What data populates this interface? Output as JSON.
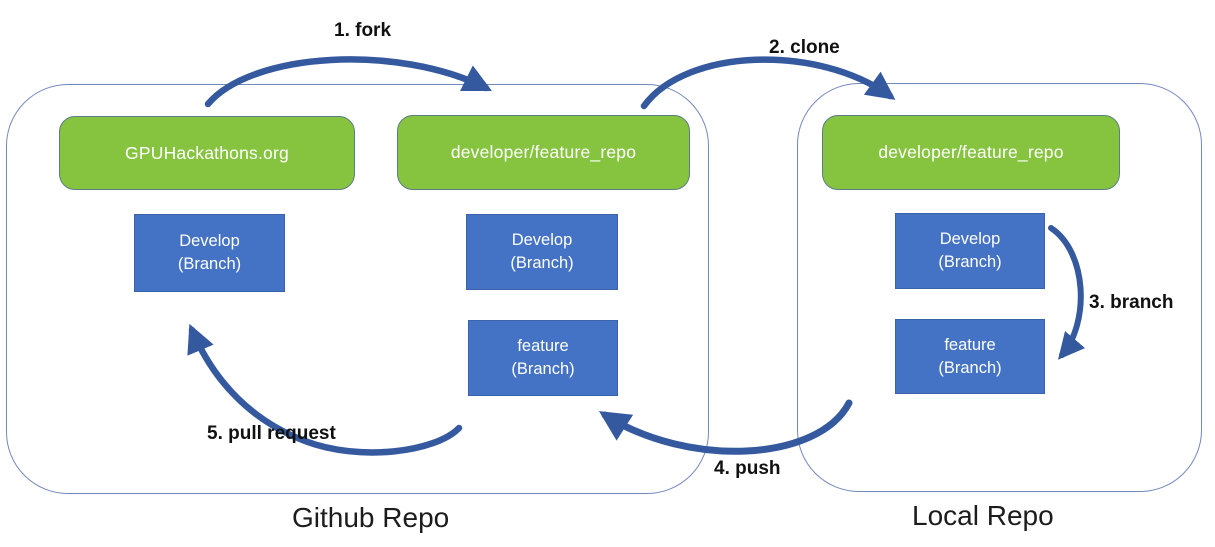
{
  "diagram_title_implicit": "Git fork/clone/branch/push/pull-request workflow",
  "colors": {
    "repo_node_green": "#86C440",
    "branch_node_blue": "#4472C4",
    "arrow_blue": "#35599F",
    "container_outline": "#7588BE"
  },
  "containers": {
    "github": {
      "title": "Github Repo"
    },
    "local": {
      "title": "Local Repo"
    }
  },
  "nodes": {
    "github_origin": {
      "label": "GPUHackathons.org"
    },
    "github_fork": {
      "label": "developer/feature_repo"
    },
    "local_clone": {
      "label": "developer/feature_repo"
    },
    "github_origin_develop": {
      "line1": "Develop",
      "line2": "(Branch)"
    },
    "github_fork_develop": {
      "line1": "Develop",
      "line2": "(Branch)"
    },
    "github_fork_feature": {
      "line1": "feature",
      "line2": "(Branch)"
    },
    "local_develop": {
      "line1": "Develop",
      "line2": "(Branch)"
    },
    "local_feature": {
      "line1": "feature",
      "line2": "(Branch)"
    }
  },
  "arrows": [
    {
      "id": "fork",
      "label": "1. fork",
      "from": "GPUHackathons.org",
      "to": "developer/feature_repo (Github)"
    },
    {
      "id": "clone",
      "label": "2. clone",
      "from": "developer/feature_repo (Github)",
      "to": "developer/feature_repo (Local)"
    },
    {
      "id": "branch",
      "label": "3. branch",
      "from": "Develop (Branch) Local",
      "to": "feature (Branch) Local"
    },
    {
      "id": "push",
      "label": "4. push",
      "from": "feature (Branch) Local",
      "to": "feature (Branch) Github"
    },
    {
      "id": "pull_request",
      "label": "5. pull request",
      "from": "feature (Branch) Github",
      "to": "Develop (Branch) GPUHackathons"
    }
  ]
}
